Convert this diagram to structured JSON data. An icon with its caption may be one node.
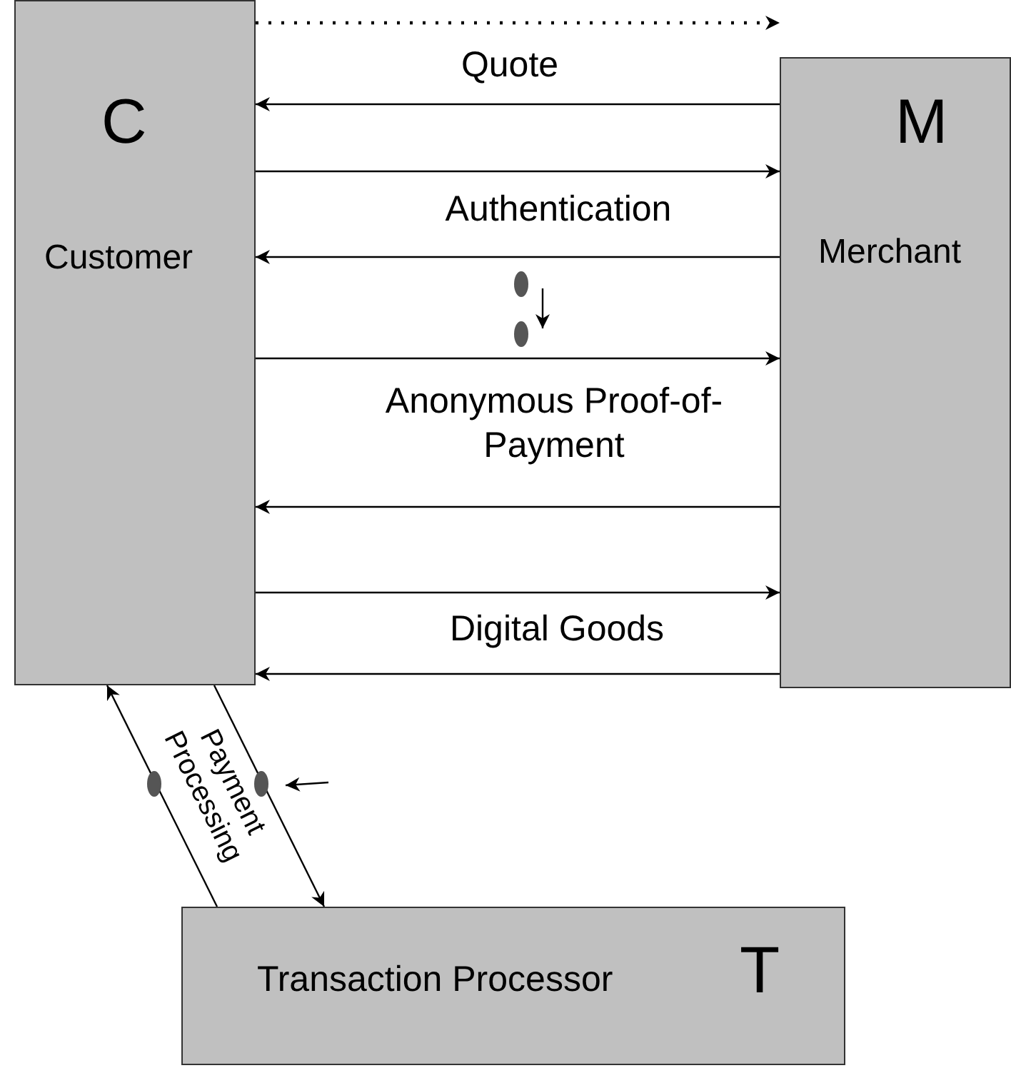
{
  "diagram": {
    "nodes": [
      {
        "text": [
          "C",
          "Customer"
        ]
      },
      {
        "text": [
          "M",
          "Merchant"
        ]
      },
      {
        "text": [
          "Transaction Processor",
          "T"
        ]
      }
    ],
    "edges": [
      {
        "from": 0,
        "to": 1,
        "arrow": "to",
        "style": "dashed"
      },
      {
        "from": 1,
        "to": 0,
        "arrow": "to",
        "label": "Quote"
      },
      {
        "from": 0,
        "to": 1,
        "arrow": "to"
      },
      {
        "from": 1,
        "to": 0,
        "arrow": "to",
        "label": "Authentication"
      },
      {
        "from": 0,
        "to": 1,
        "arrow": "to"
      },
      {
        "from": 1,
        "to": 0,
        "arrow": "to",
        "label": "Anonymous Proof-of-Payment"
      },
      {
        "from": 0,
        "to": 1,
        "arrow": "to"
      },
      {
        "from": 1,
        "to": 0,
        "arrow": "to",
        "label": "Digital Goods"
      },
      {
        "from": 2,
        "to": 0,
        "arrow": "to"
      },
      {
        "from": 0,
        "to": 2,
        "arrow": "to",
        "label": "Payment Processing"
      }
    ]
  }
}
